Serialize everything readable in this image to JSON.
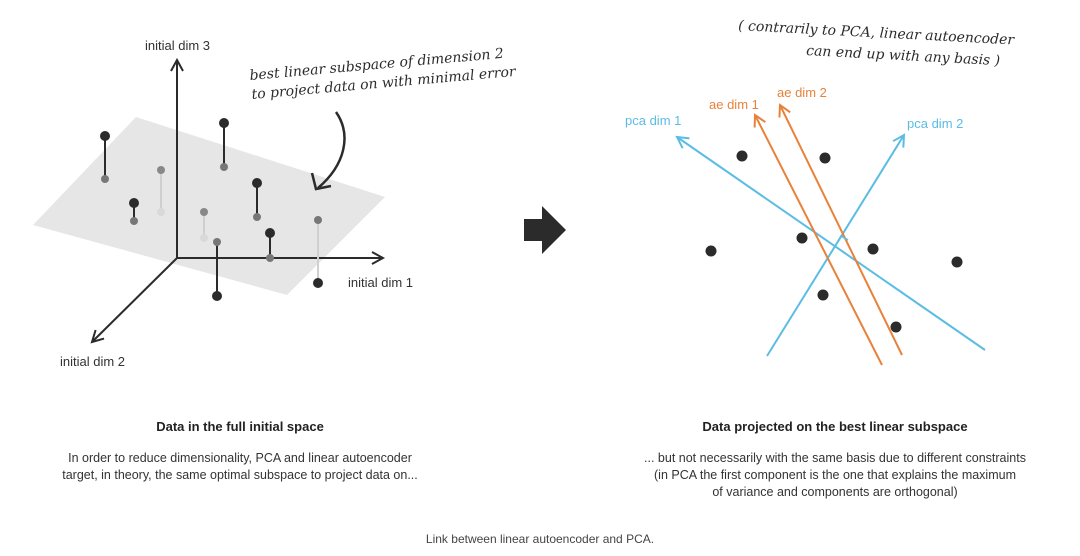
{
  "left": {
    "axis_labels": {
      "dim1": "initial dim 1",
      "dim2": "initial dim 2",
      "dim3": "initial dim 3"
    },
    "annotation": {
      "line1": "best linear subspace of dimension 2",
      "line2": "to project data on with minimal error"
    },
    "title": "Data in the full initial space",
    "desc_line1": "In order to reduce dimensionality, PCA and linear autoencoder",
    "desc_line2": "target, in theory, the same optimal subspace to project data on..."
  },
  "right": {
    "labels": {
      "pca1": "pca dim 1",
      "pca2": "pca dim 2",
      "ae1": "ae dim 1",
      "ae2": "ae dim 2"
    },
    "annotation": {
      "line1": "( contrarily to PCA, linear autoencoder",
      "line2": "can end up with any basis )"
    },
    "title": "Data projected on the best linear subspace",
    "desc_line1": "... but not necessarily with the same basis due to different constraints",
    "desc_line2": "(in PCA the first component is the one that explains the maximum",
    "desc_line3": "of variance and components are orthogonal)"
  },
  "caption": "Link between linear autoencoder and PCA.",
  "colors": {
    "pca": "#5bbce4",
    "ae": "#e8823a",
    "ink": "#2b2b2b",
    "plane": "#e6e6e6"
  }
}
